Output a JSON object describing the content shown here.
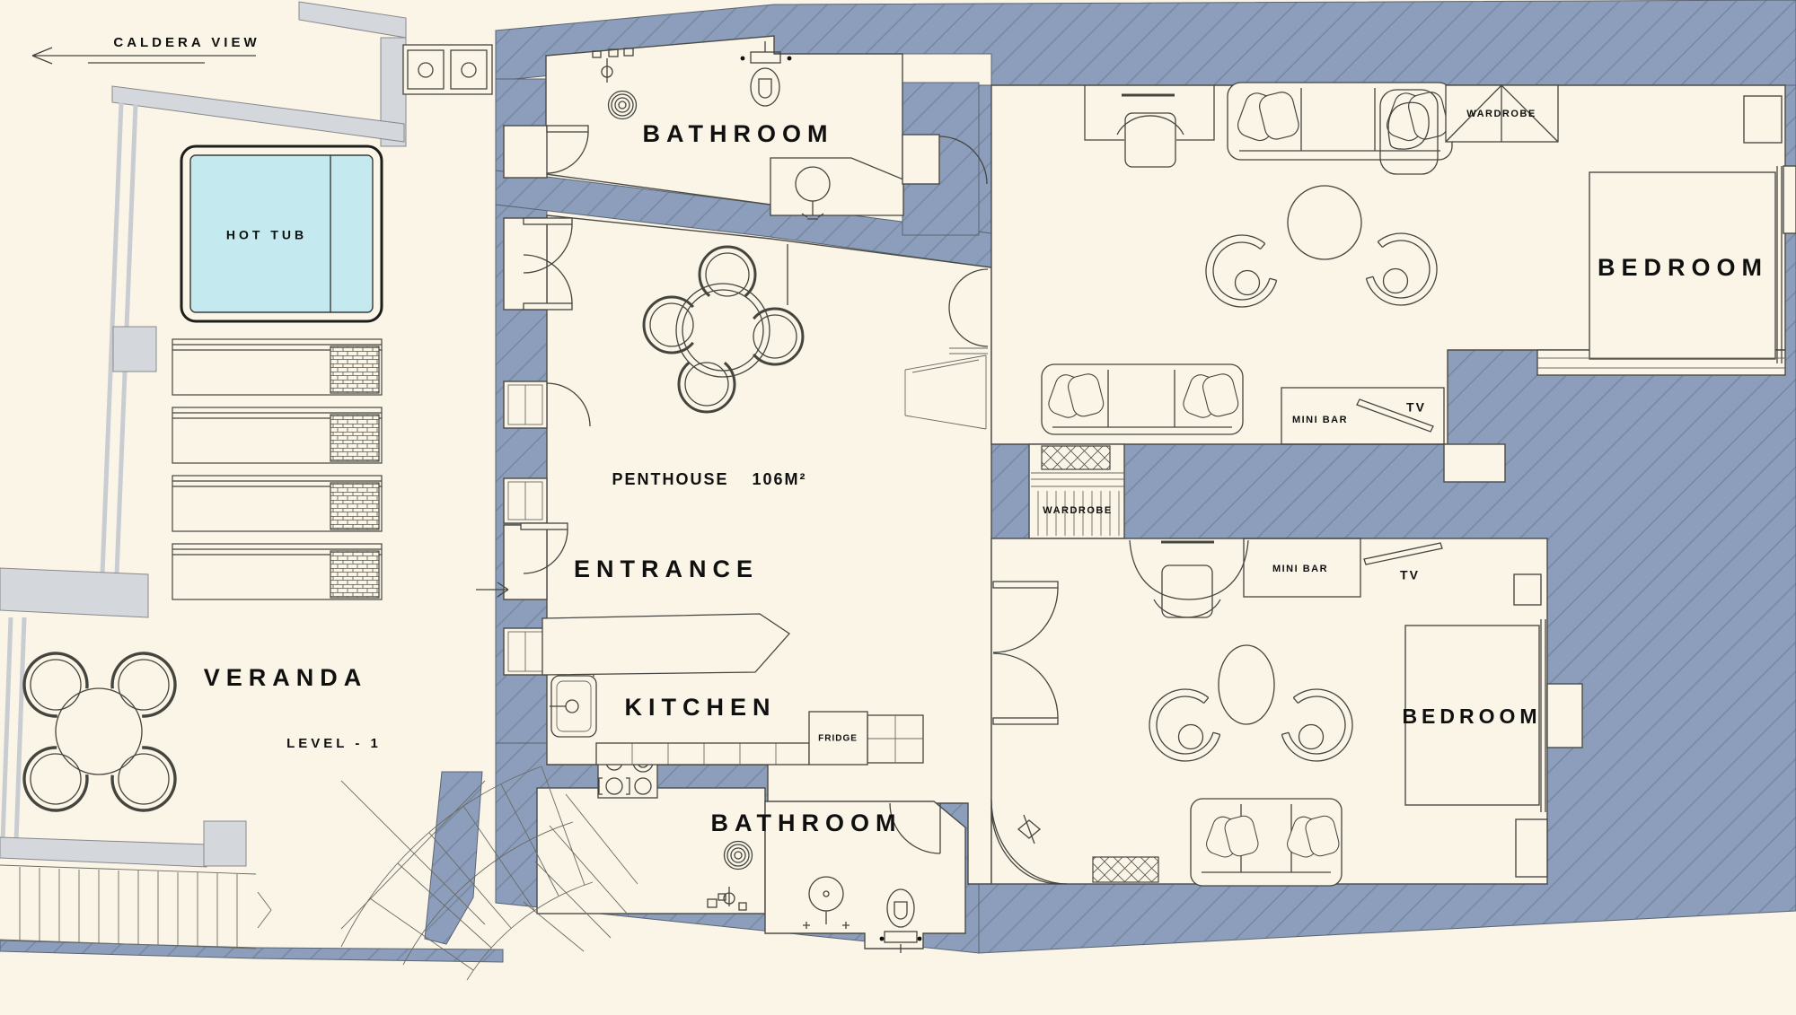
{
  "title": "Penthouse floor plan, level -1",
  "colors": {
    "background": "#FAF5E6",
    "wall": "#8C9EBB",
    "wall_hatch": "#76879F",
    "terrace_gray": "#D4D7DC",
    "hot_tub_water": "#C4E9EE",
    "line": "#45453F",
    "text": "#101010"
  },
  "labels": {
    "caldera_view": "CALDERA VIEW",
    "hot_tub": "HOT TUB",
    "bathroom_top": "BATHROOM",
    "penthouse": "PENTHOUSE",
    "penthouse_area": "106M²",
    "entrance": "ENTRANCE",
    "kitchen": "KITCHEN",
    "fridge": "FRIDGE",
    "bathroom_bottom": "BATHROOM",
    "veranda": "VERANDA",
    "level": "LEVEL - 1",
    "bedroom_top": "BEDROOM",
    "bedroom_bottom": "BEDROOM",
    "wardrobe_top": "WARDROBE",
    "wardrobe_corridor": "WARDROBE",
    "minibar_top": "MINI BAR",
    "tv_top": "TV",
    "minibar_bottom": "MINI BAR",
    "tv_bottom": "TV"
  }
}
